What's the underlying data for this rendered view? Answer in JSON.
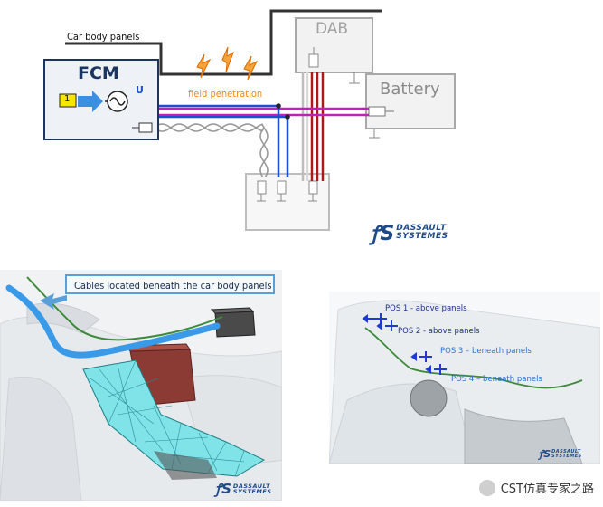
{
  "schematic": {
    "car_body_label": "Car body panels",
    "fcm_label": "FCM",
    "port_number": "1",
    "source_symbol": "U",
    "field_label": "field penetration",
    "dab_label": "DAB",
    "battery_label": "Battery"
  },
  "lower_left": {
    "callout": "Cables located beneath the car body panels"
  },
  "lower_right": {
    "positions": [
      "POS 1 - above panels",
      "POS 2 - above panels",
      "POS 3 – beneath panels",
      "POS 4 – beneath panels"
    ]
  },
  "logos": {
    "brand_line1": "DASSAULT",
    "brand_line2": "SYSTEMES"
  },
  "watermark": "CST仿真专家之路",
  "colors": {
    "blue_cable": "#1f4fd1",
    "magenta_cable": "#c020c0",
    "red_cable": "#b01818",
    "field_orange": "#f08a1a",
    "port_yellow": "#f4e800"
  }
}
